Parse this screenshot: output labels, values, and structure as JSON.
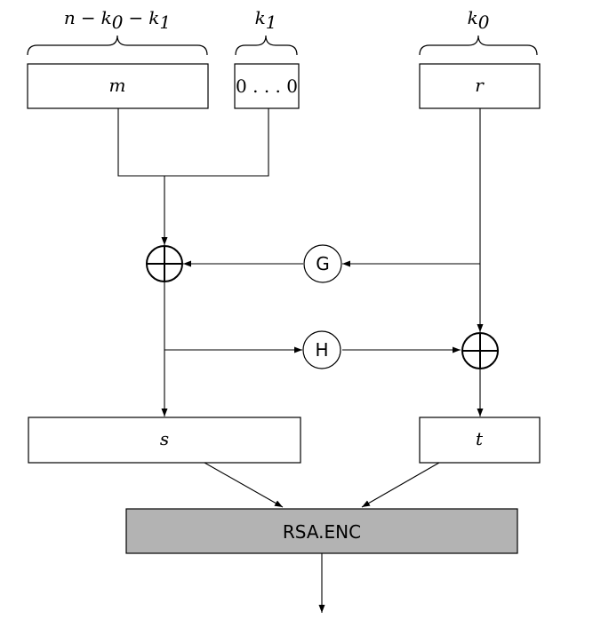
{
  "labels": {
    "brace_left": "n − k₀ − k₁",
    "brace_left_n": "n",
    "brace_left_minus1": "−",
    "brace_left_k": "k",
    "brace_left_sub0": "0",
    "brace_left_minus2": "−",
    "brace_left_k2": "k",
    "brace_left_sub1": "1",
    "brace_mid_k": "k",
    "brace_mid_sub": "1",
    "brace_right_k": "k",
    "brace_right_sub": "0"
  },
  "boxes": {
    "m": "m",
    "zeros": "0 . . . 0",
    "r": "r",
    "s": "s",
    "t": "t",
    "rsa": "RSA.ENC"
  },
  "functions": {
    "g": "G",
    "h": "H"
  },
  "colors": {
    "rsa_fill": "#b3b3b3",
    "stroke": "#000000"
  }
}
